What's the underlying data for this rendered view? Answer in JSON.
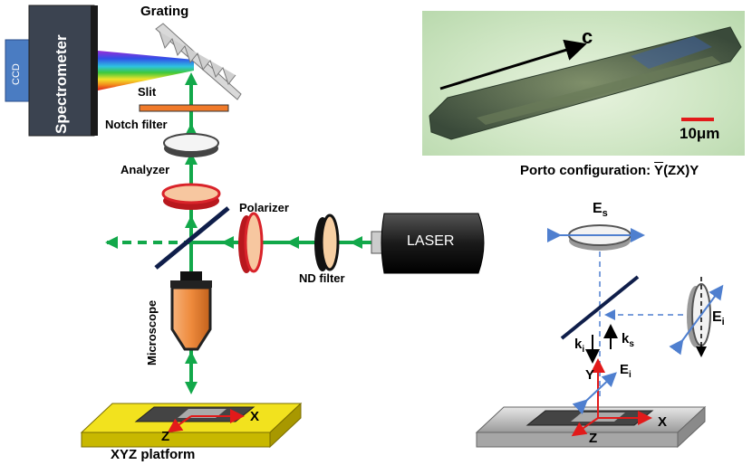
{
  "labels": {
    "spectrometer": "Spectrometer",
    "ccd": "CCD",
    "grating": "Grating",
    "slit": "Slit",
    "notch_filter": "Notch filter",
    "analyzer": "Analyzer",
    "polarizer": "Polarizer",
    "laser": "LASER",
    "nd_filter": "ND filter",
    "microscope": "Microscope",
    "platform": "XYZ platform",
    "axis_x": "X",
    "axis_z": "Z"
  },
  "photo": {
    "axis_label": "c",
    "scale_bar": "10μm",
    "configuration_prefix": "Porto configuration: ",
    "configuration_y_bar": "Y",
    "configuration_suffix": "(ZX)Y"
  },
  "schematic": {
    "es": "E",
    "es_sub": "s",
    "ei_right": "E",
    "ei_right_sub": "i",
    "ki": "k",
    "ki_sub": "i",
    "ks": "k",
    "ks_sub": "s",
    "y": "Y",
    "ei_low": "E",
    "ei_low_sub": "i",
    "x": "X",
    "z": "Z"
  },
  "colors": {
    "beam": "#12a84a",
    "dashed_beam": "#5b8bd0",
    "platform_yellow": "#f2e21e",
    "platform_gray": "#bfbfbf",
    "scale_bar": "#e21a1a",
    "axes_red": "#e21a1a",
    "spectrometer_body": "#3b4350",
    "ccd_box": "#4a7cc2",
    "microscope_orange": "#ee8a3c",
    "analyzer_red": "#d9232a",
    "slit_orange": "#f07a2a"
  }
}
